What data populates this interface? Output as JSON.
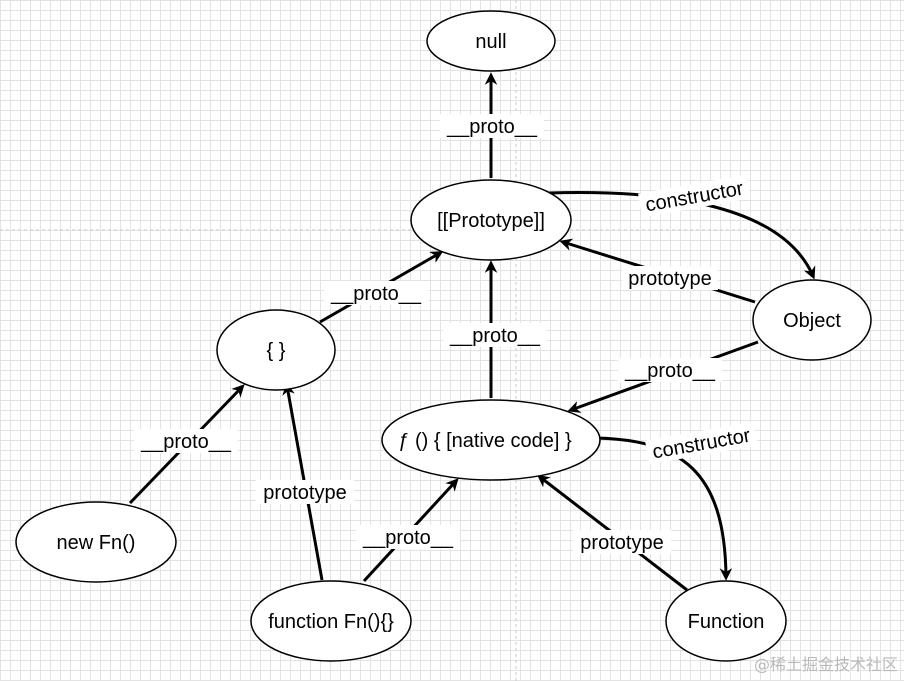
{
  "nodes": {
    "null": "null",
    "prototype_obj": "[[Prototype]]",
    "object": "Object",
    "empty_obj": "{ }",
    "native_fn": "ƒ () { [native code] }",
    "new_fn": "new Fn()",
    "function_fn": "function Fn(){}",
    "function_ctor": "Function"
  },
  "edges": {
    "proto_to_null": "__proto__",
    "prototype_to_object": "constructor",
    "object_to_prototype": "prototype",
    "empty_to_prototype": "__proto__",
    "native_to_prototype": "__proto__",
    "object_to_native": "__proto__",
    "new_to_empty": "__proto__",
    "fnfn_to_empty": "prototype",
    "fnfn_to_native": "__proto__",
    "native_to_function": "constructor",
    "function_to_native": "prototype"
  },
  "watermark": "@稀土掘金技术社区"
}
